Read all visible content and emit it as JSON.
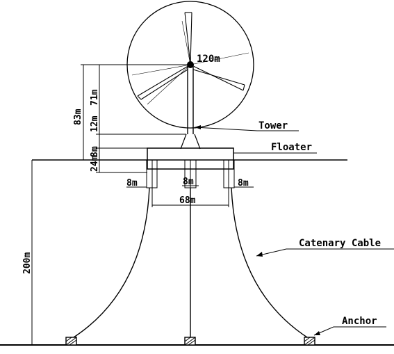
{
  "labels": {
    "rotor_diameter": "120m",
    "tower": "Tower",
    "floater": "Floater",
    "cable": "Catenary Cable",
    "anchor": "Anchor"
  },
  "dimensions": {
    "hub_height": "83m",
    "tower_length": "71m",
    "freeboard": "12m",
    "above_water": "8m",
    "draft": "24m",
    "water_depth": "200m",
    "column_left": "8m",
    "column_center": "8m",
    "column_right": "8m",
    "floater_width": "68m"
  },
  "colors": {
    "line": "#000000",
    "background": "#ffffff"
  }
}
